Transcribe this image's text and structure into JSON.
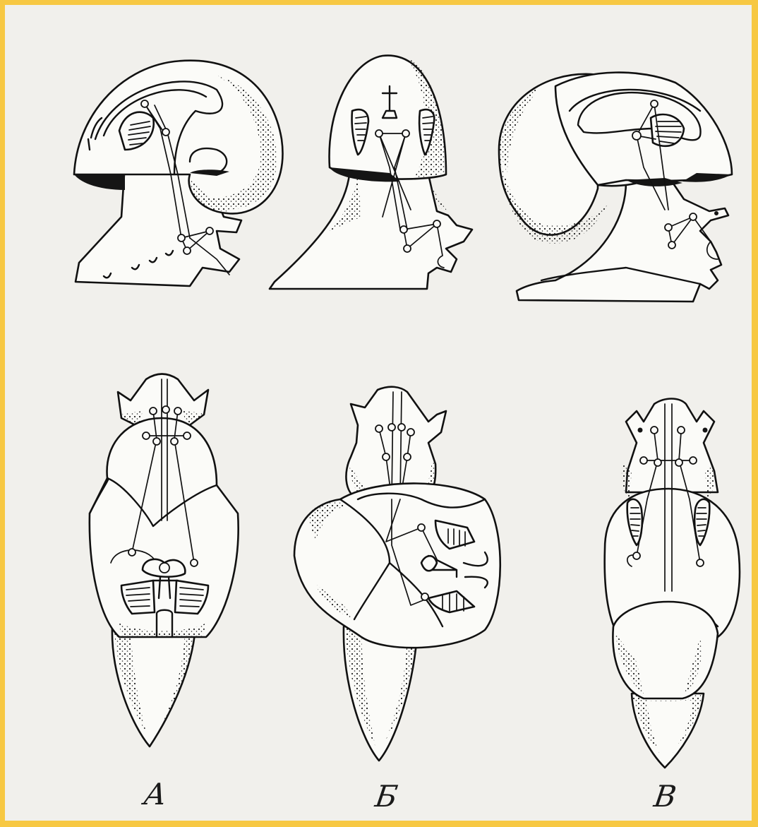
{
  "panels": [
    {
      "label": "A"
    },
    {
      "label": "Б"
    },
    {
      "label": "В"
    }
  ]
}
